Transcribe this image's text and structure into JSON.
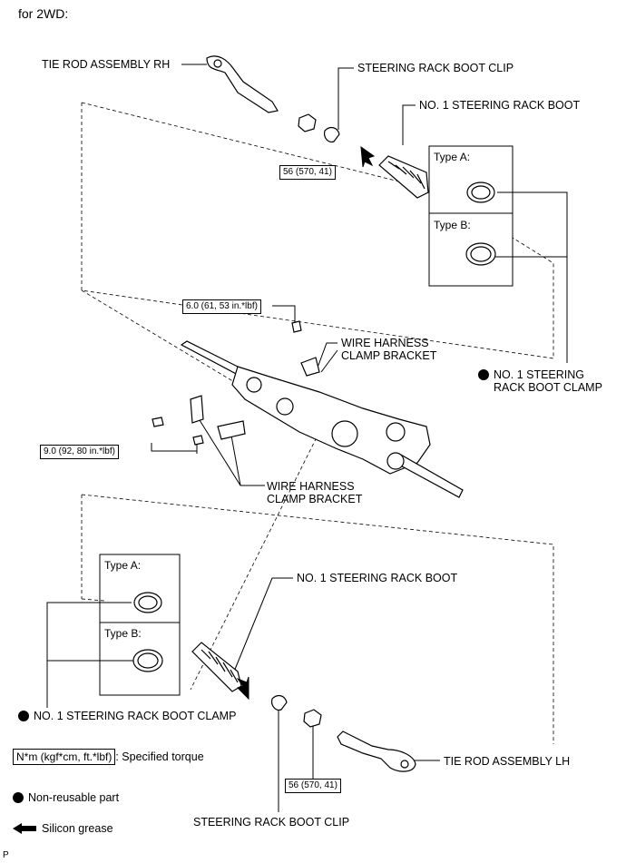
{
  "heading": "for 2WD:",
  "labels": {
    "tie_rod_rh": "TIE ROD ASSEMBLY RH",
    "boot_clip_top": "STEERING RACK BOOT CLIP",
    "boot_top": "NO. 1 STEERING RACK BOOT",
    "clamp_right": "NO. 1 STEERING\nRACK BOOT CLAMP",
    "bracket_top": "WIRE HARNESS\nCLAMP BRACKET",
    "bracket_bottom": "WIRE HARNESS\nCLAMP BRACKET",
    "boot_bottom": "NO. 1 STEERING RACK BOOT",
    "clamp_left": "NO. 1 STEERING RACK BOOT CLAMP",
    "tie_rod_lh": "TIE ROD ASSEMBLY LH",
    "boot_clip_bottom": "STEERING RACK BOOT CLIP"
  },
  "types": {
    "top_a": "Type A:",
    "top_b": "Type B:",
    "bottom_a": "Type A:",
    "bottom_b": "Type B:"
  },
  "torques": {
    "tie_rod_nut_top": "56 (570, 41)",
    "bracket_bolt_top": "6.0 (61, 53 in.*lbf)",
    "bracket_bolts": "9.0 (92, 80 in.*lbf)",
    "tie_rod_nut_bottom": "56 (570, 41)"
  },
  "legend": {
    "torque_example": "N*m (kgf*cm, ft.*lbf)",
    "torque_text": ": Specified torque",
    "nonreusable": "Non-reusable part",
    "grease": "Silicon grease"
  },
  "footer_code": "P"
}
